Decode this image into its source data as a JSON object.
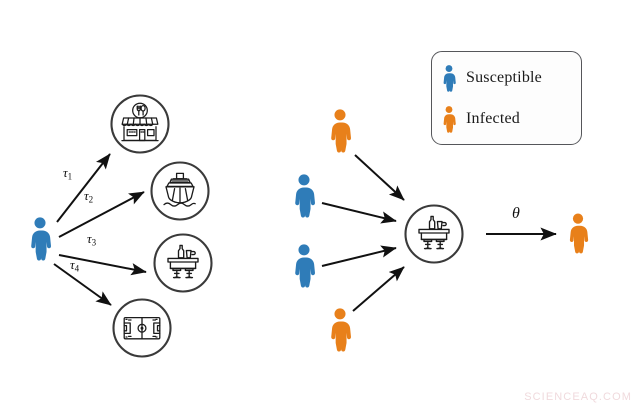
{
  "figure": {
    "type": "diagram",
    "title": "",
    "domain": "epidemic-venue-transmission-schematic",
    "background_color": "#ffffff"
  },
  "colors": {
    "susceptible_blue": "#2f7cb8",
    "infected_orange": "#e8801a",
    "circle_stroke": "#3a3a3a",
    "arrow_black": "#111111",
    "legend_border": "#55565a",
    "watermark": "#f0dadd"
  },
  "legend": {
    "name": "legend",
    "items": [
      {
        "label": "Susceptible",
        "color": "#2f7cb8",
        "icon": "person-icon"
      },
      {
        "label": "Infected",
        "color": "#e8801a",
        "icon": "person-icon"
      }
    ]
  },
  "left_panel": {
    "name": "individual-visit-rates-panel",
    "source_person": {
      "state": "Susceptible",
      "color": "#2f7cb8"
    },
    "edges": [
      {
        "label": "τ",
        "subscript": "1",
        "target": "restaurant"
      },
      {
        "label": "τ",
        "subscript": "2",
        "target": "cruise-ship"
      },
      {
        "label": "τ",
        "subscript": "3",
        "target": "bar"
      },
      {
        "label": "τ",
        "subscript": "4",
        "target": "soccer-field"
      }
    ],
    "venues": [
      {
        "id": "restaurant",
        "icon": "restaurant-icon"
      },
      {
        "id": "cruise-ship",
        "icon": "ship-icon"
      },
      {
        "id": "bar",
        "icon": "bar-icon"
      },
      {
        "id": "soccer-field",
        "icon": "soccer-field-icon"
      }
    ]
  },
  "right_panel": {
    "name": "venue-transmission-panel",
    "visitors": [
      {
        "state": "Infected",
        "color": "#e8801a"
      },
      {
        "state": "Susceptible",
        "color": "#2f7cb8"
      },
      {
        "state": "Susceptible",
        "color": "#2f7cb8"
      },
      {
        "state": "Infected",
        "color": "#e8801a"
      }
    ],
    "venue": {
      "id": "bar",
      "icon": "bar-icon"
    },
    "output_edge": {
      "label": "θ"
    },
    "outcome_person": {
      "state": "Infected",
      "color": "#e8801a"
    }
  },
  "watermark": {
    "text": "SCIENCEAQ.COM"
  }
}
